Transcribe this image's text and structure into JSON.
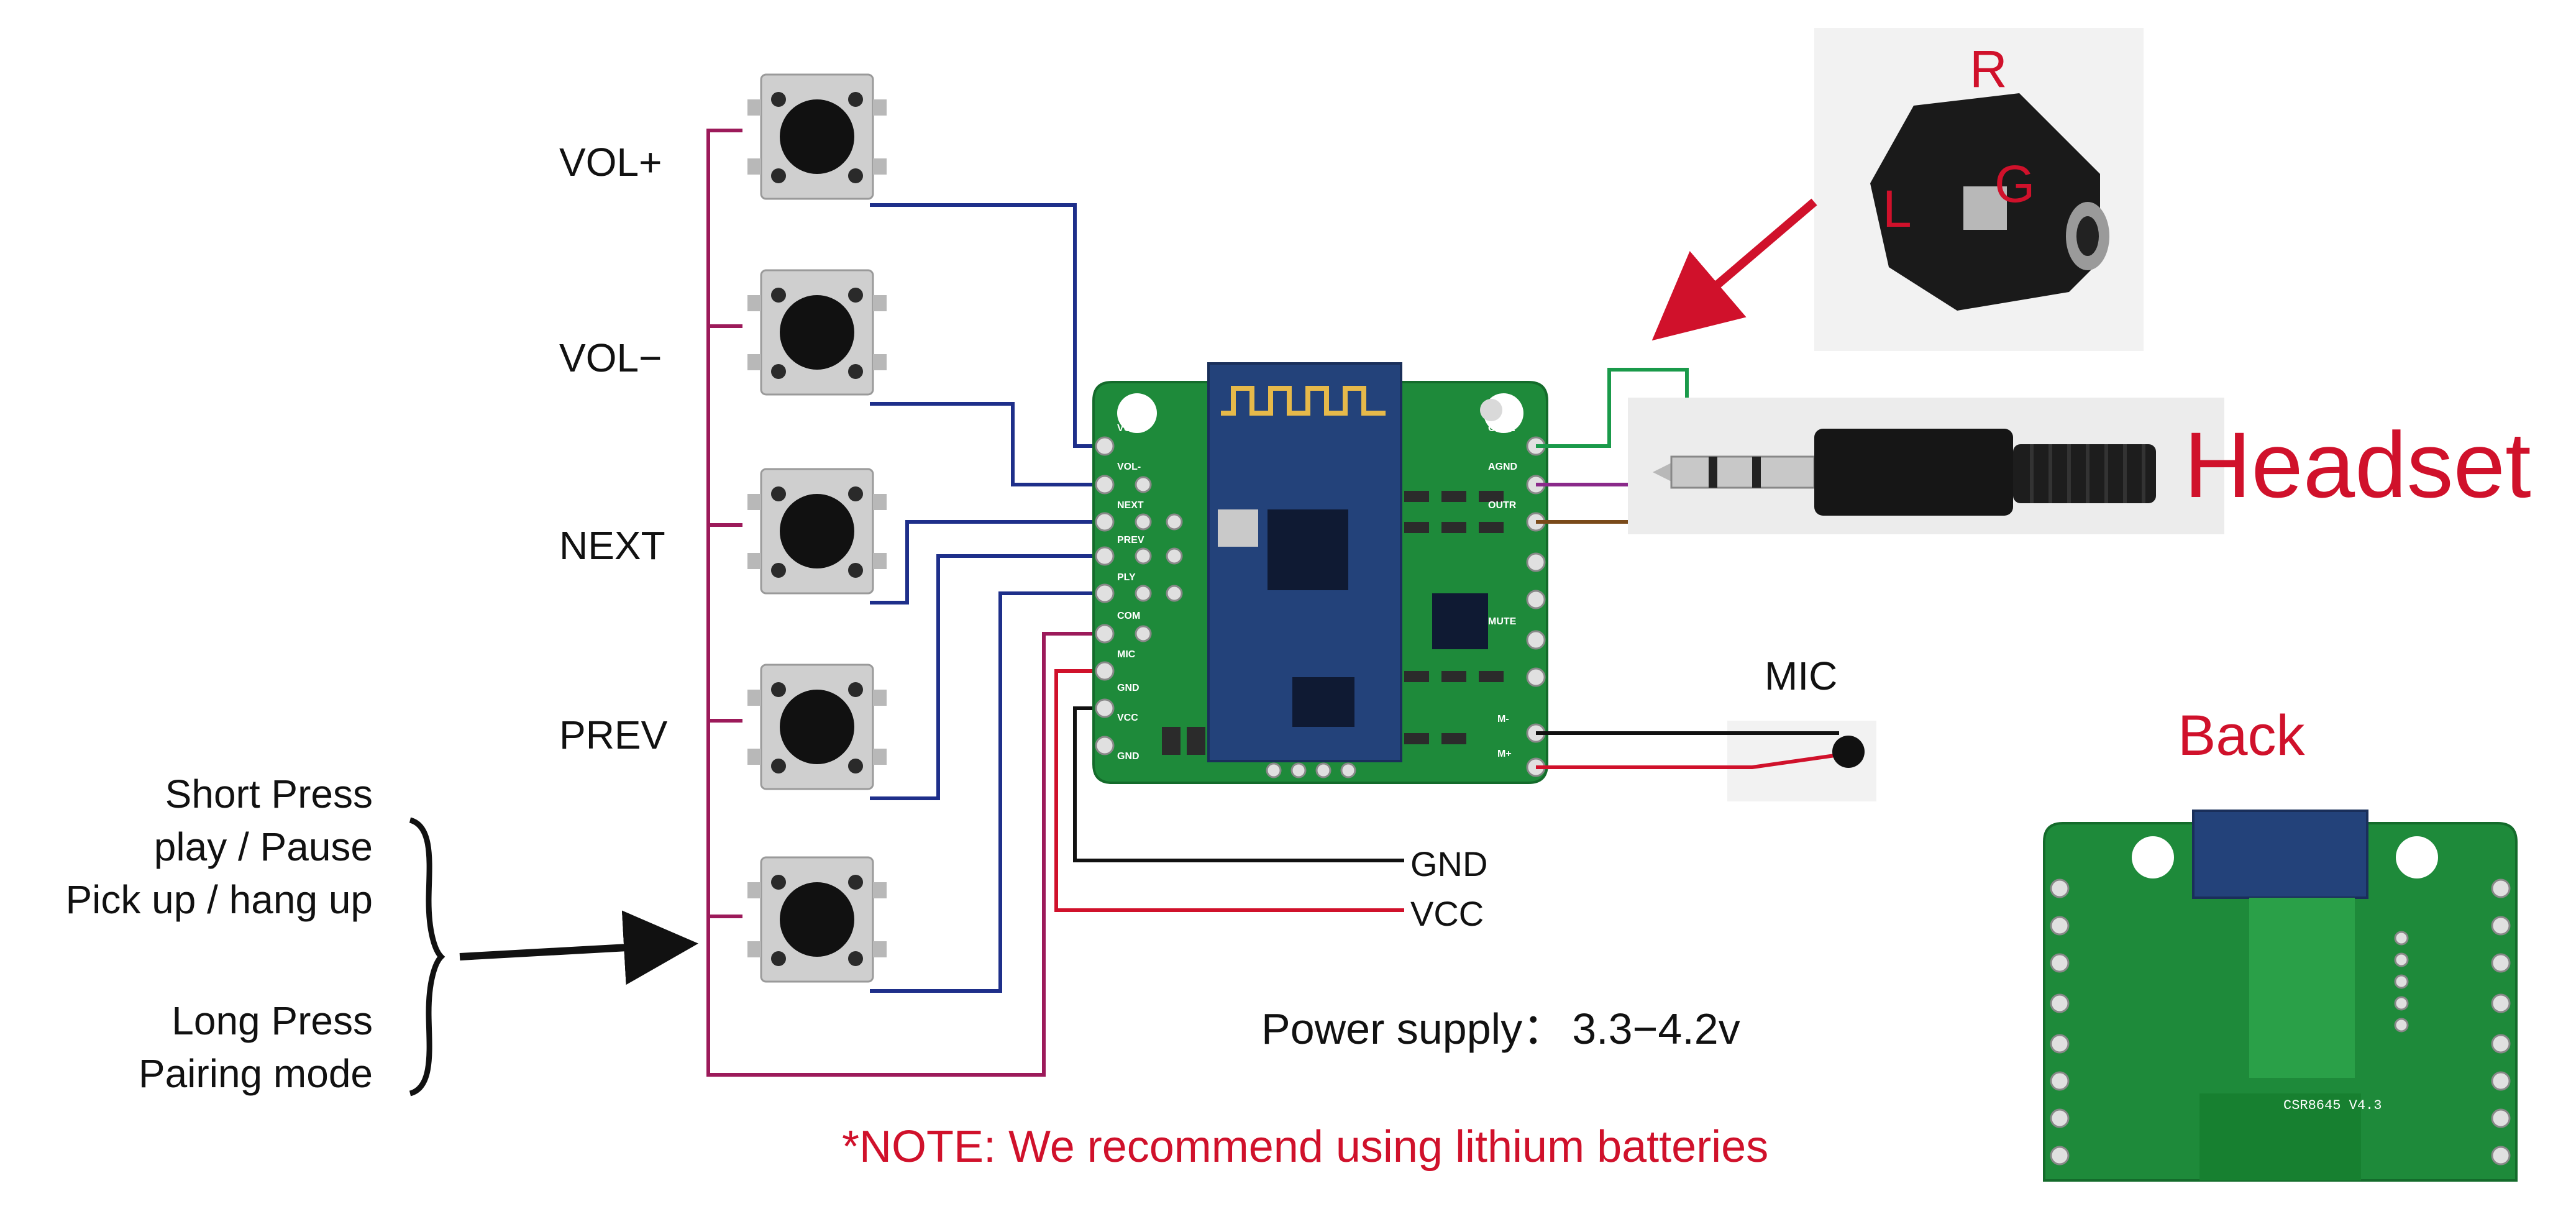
{
  "buttons": [
    {
      "label": "VOL+"
    },
    {
      "label": "VOL−"
    },
    {
      "label": "NEXT"
    },
    {
      "label": "PREV"
    },
    {
      "label": ""
    }
  ],
  "button_note": {
    "short_press_title": "Short Press",
    "short_press_lines": [
      "play / Pause",
      "Pick up / hang up"
    ],
    "long_press_title": "Long Press",
    "long_press_lines": [
      "Pairing mode"
    ]
  },
  "headset": {
    "label": "Headset"
  },
  "jack_labels": {
    "right": "R",
    "ground": "G",
    "left": "L"
  },
  "mic": {
    "label": "MIC"
  },
  "power_wires": {
    "gnd": "GND",
    "vcc": "VCC"
  },
  "power_supply": {
    "label": "Power supply：",
    "value": "3.3−4.2v"
  },
  "note": "*NOTE: We recommend using lithium batteries",
  "back": {
    "label": "Back",
    "board_marking": "CSR8645 V4.3"
  },
  "board_pins_left": [
    "VOL+",
    "VOL-",
    "NEXT",
    "PREV",
    "PLY",
    "COM",
    "MIC",
    "GND",
    "VCC",
    "GND"
  ],
  "board_pins_right": [
    "OUTL",
    "AGND",
    "OUTR",
    "MUTE",
    "M-",
    "M+"
  ],
  "colors": {
    "button_wire": "#1e2f8a",
    "common_wire": "#9c1a5a",
    "left_channel": "#1a9a4a",
    "ground_channel": "#8a2a8a",
    "right_channel": "#7a4a1a",
    "gnd_wire": "#111111",
    "vcc_wire": "#d0112b",
    "pcb": "#1e8a3a",
    "accent_red": "#d0112b"
  }
}
